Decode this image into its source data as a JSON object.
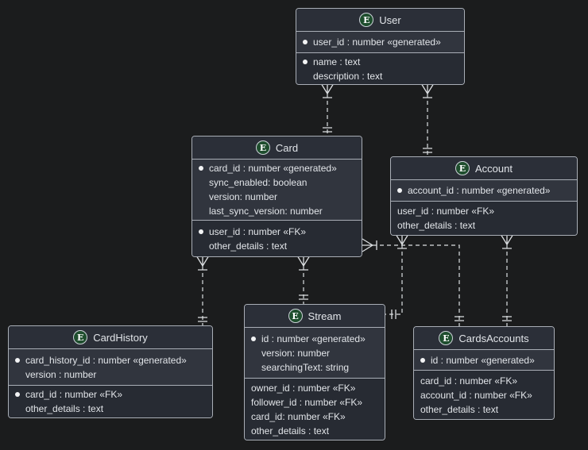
{
  "diagram": {
    "kind": "entity-relationship",
    "notation": "crow-foot",
    "line_style": "dashed"
  },
  "badge": {
    "letter": "E",
    "meaning": "entity"
  },
  "colors": {
    "background": "#1b1c1d",
    "entity_header_bg": "#2b2f38",
    "entity_key_bg": "#31353e",
    "entity_attr_bg": "#272b33",
    "entity_border": "#a9aeb6",
    "text": "#e2e5e9",
    "badge_fill": "#1f4e2e",
    "badge_ring": "#ccd2d8",
    "relationship_line": "#dcdfe2"
  },
  "entities": {
    "user": {
      "name": "User",
      "keys": [
        {
          "bullet": true,
          "text": "user_id : number «generated»"
        }
      ],
      "attrs": [
        {
          "bullet": true,
          "text": "name : text"
        },
        {
          "bullet": false,
          "text": "description : text"
        }
      ]
    },
    "card": {
      "name": "Card",
      "keys": [
        {
          "bullet": true,
          "text": "card_id : number «generated»"
        },
        {
          "bullet": false,
          "text": "sync_enabled: boolean"
        },
        {
          "bullet": false,
          "text": "version: number"
        },
        {
          "bullet": false,
          "text": "last_sync_version: number"
        }
      ],
      "attrs": [
        {
          "bullet": true,
          "text": "user_id : number «FK»"
        },
        {
          "bullet": false,
          "text": "other_details : text"
        }
      ]
    },
    "account": {
      "name": "Account",
      "keys": [
        {
          "bullet": true,
          "text": "account_id : number «generated»"
        }
      ],
      "attrs": [
        {
          "bullet": false,
          "text": "user_id : number «FK»"
        },
        {
          "bullet": false,
          "text": "other_details : text"
        }
      ]
    },
    "cardhistory": {
      "name": "CardHistory",
      "keys": [
        {
          "bullet": true,
          "text": "card_history_id : number «generated»"
        },
        {
          "bullet": false,
          "text": "version : number"
        }
      ],
      "attrs": [
        {
          "bullet": true,
          "text": "card_id : number «FK»"
        },
        {
          "bullet": false,
          "text": "other_details : text"
        }
      ]
    },
    "stream": {
      "name": "Stream",
      "keys": [
        {
          "bullet": true,
          "text": "id : number «generated»"
        },
        {
          "bullet": false,
          "text": "version: number"
        },
        {
          "bullet": false,
          "text": "searchingText: string"
        }
      ],
      "attrs": [
        {
          "bullet": false,
          "text": "owner_id : number «FK»"
        },
        {
          "bullet": false,
          "text": "follower_id : number «FK»"
        },
        {
          "bullet": false,
          "text": "card_id: number «FK»"
        },
        {
          "bullet": false,
          "text": "other_details : text"
        }
      ]
    },
    "cardsaccounts": {
      "name": "CardsAccounts",
      "keys": [
        {
          "bullet": true,
          "text": "id : number «generated»"
        }
      ],
      "attrs": [
        {
          "bullet": false,
          "text": "card_id : number «FK»"
        },
        {
          "bullet": false,
          "text": "account_id : number «FK»"
        },
        {
          "bullet": false,
          "text": "other_details : text"
        }
      ]
    }
  },
  "relationships": [
    {
      "from": "User",
      "to": "Card",
      "from_marker": "one-or-many",
      "to_marker": "exactly-one"
    },
    {
      "from": "User",
      "to": "Account",
      "from_marker": "one-or-many",
      "to_marker": "exactly-one"
    },
    {
      "from": "Card",
      "to": "CardHistory",
      "from_marker": "one-or-many",
      "to_marker": "exactly-one"
    },
    {
      "from": "Card",
      "to": "Stream",
      "from_marker": "one-or-many",
      "to_marker": "exactly-one"
    },
    {
      "from": "Card",
      "to": "CardsAccounts",
      "from_marker": "one-or-many",
      "to_marker": "exactly-one"
    },
    {
      "from": "Account",
      "to": "Stream",
      "from_marker": "one-or-many",
      "to_marker": "exactly-one"
    },
    {
      "from": "Account",
      "to": "CardsAccounts",
      "from_marker": "one-or-many",
      "to_marker": "exactly-one"
    }
  ]
}
